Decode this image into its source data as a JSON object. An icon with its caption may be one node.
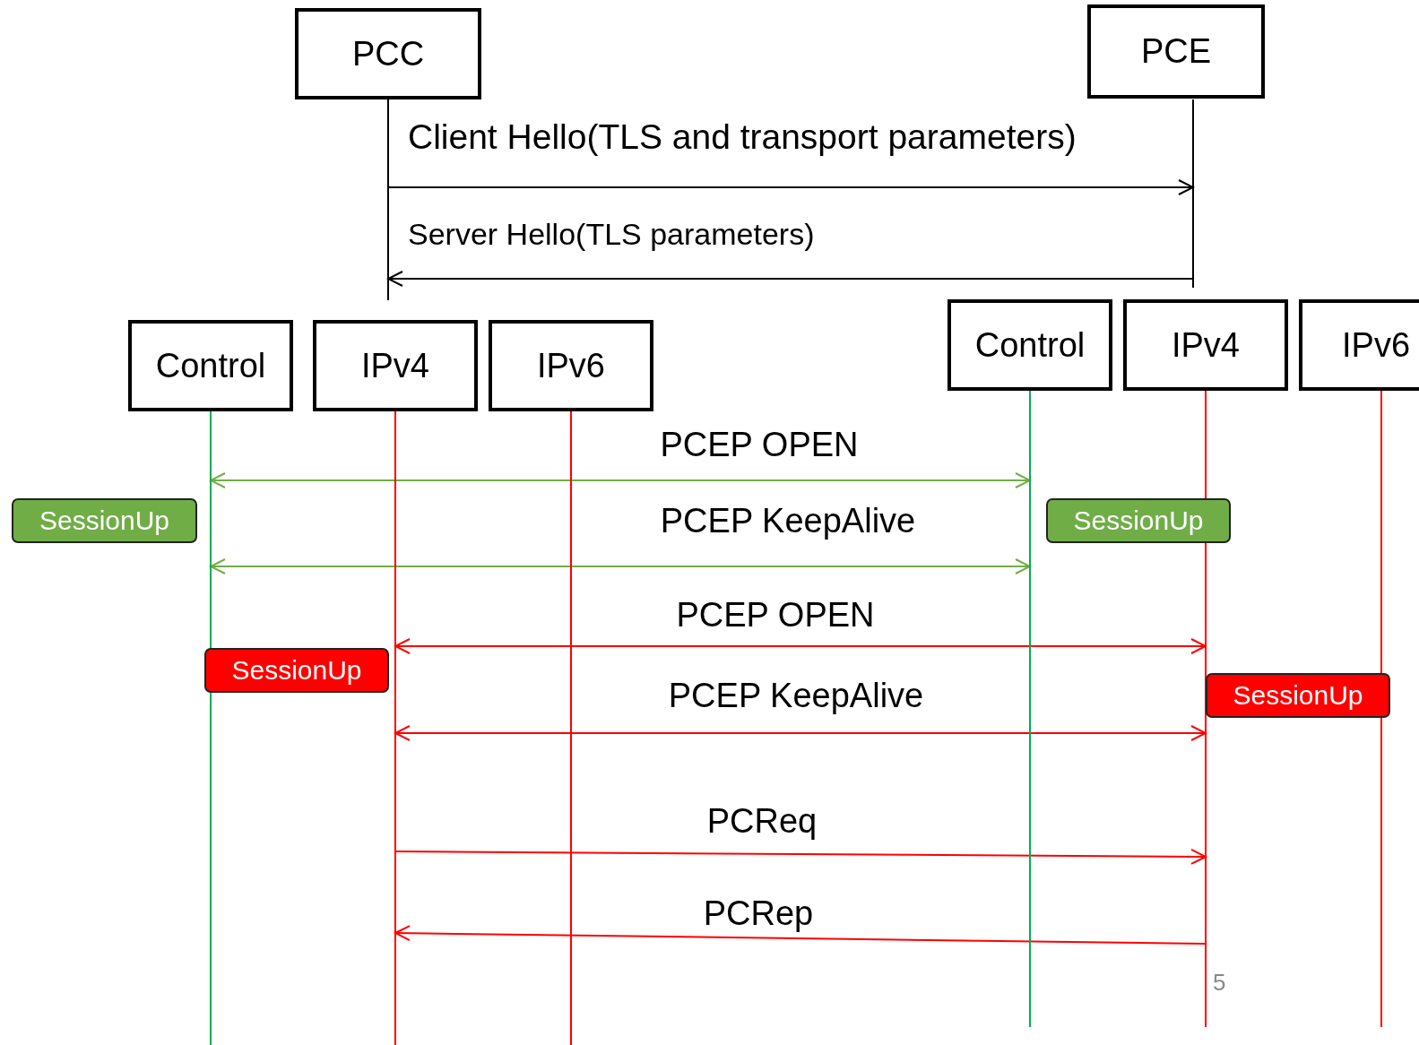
{
  "diagram": {
    "nodes": [
      {
        "text": [
          "PCC"
        ]
      },
      {
        "text": [
          "PCE"
        ]
      },
      {
        "text": [
          "Control"
        ]
      },
      {
        "text": [
          "IPv4"
        ]
      },
      {
        "text": [
          "IPv6"
        ]
      },
      {
        "text": [
          "Control"
        ]
      },
      {
        "text": [
          "IPv4"
        ]
      },
      {
        "text": [
          "IPv6"
        ]
      },
      {
        "text": [
          "SessionUp"
        ]
      },
      {
        "text": [
          "SessionUp"
        ]
      },
      {
        "text": [
          "SessionUp"
        ]
      },
      {
        "text": [
          "SessionUp"
        ]
      },
      {
        "text": [],
        "shape": "line"
      },
      {
        "text": [],
        "shape": "line"
      },
      {
        "text": [],
        "shape": "line"
      },
      {
        "text": [],
        "shape": "line"
      },
      {
        "text": [],
        "shape": "line"
      },
      {
        "text": [],
        "shape": "line"
      },
      {
        "text": [],
        "shape": "line"
      },
      {
        "text": [],
        "shape": "line"
      }
    ],
    "edges": [
      {
        "from": 12,
        "to": 13,
        "arrow": "to",
        "label": "Client Hello(TLS and transport parameters)",
        "color": "#000000"
      },
      {
        "from": 13,
        "to": 12,
        "arrow": "to",
        "label": "Server Hello(TLS parameters)",
        "color": "#000000"
      },
      {
        "from": 14,
        "to": 17,
        "arrow": "both",
        "label": "PCEP OPEN",
        "color": "#70ad47"
      },
      {
        "from": 14,
        "to": 17,
        "arrow": "both",
        "label": "PCEP KeepAlive",
        "color": "#70ad47"
      },
      {
        "from": 15,
        "to": 18,
        "arrow": "both",
        "label": "PCEP OPEN",
        "color": "#ff0000"
      },
      {
        "from": 15,
        "to": 18,
        "arrow": "both",
        "label": "PCEP KeepAlive",
        "color": "#ff0000"
      },
      {
        "from": 15,
        "to": 18,
        "arrow": "to",
        "label": "PCReq",
        "color": "#ff0000"
      },
      {
        "from": 18,
        "to": 15,
        "arrow": "to",
        "label": "PCRep",
        "color": "#ff0000"
      }
    ],
    "labels": [
      "5"
    ]
  }
}
